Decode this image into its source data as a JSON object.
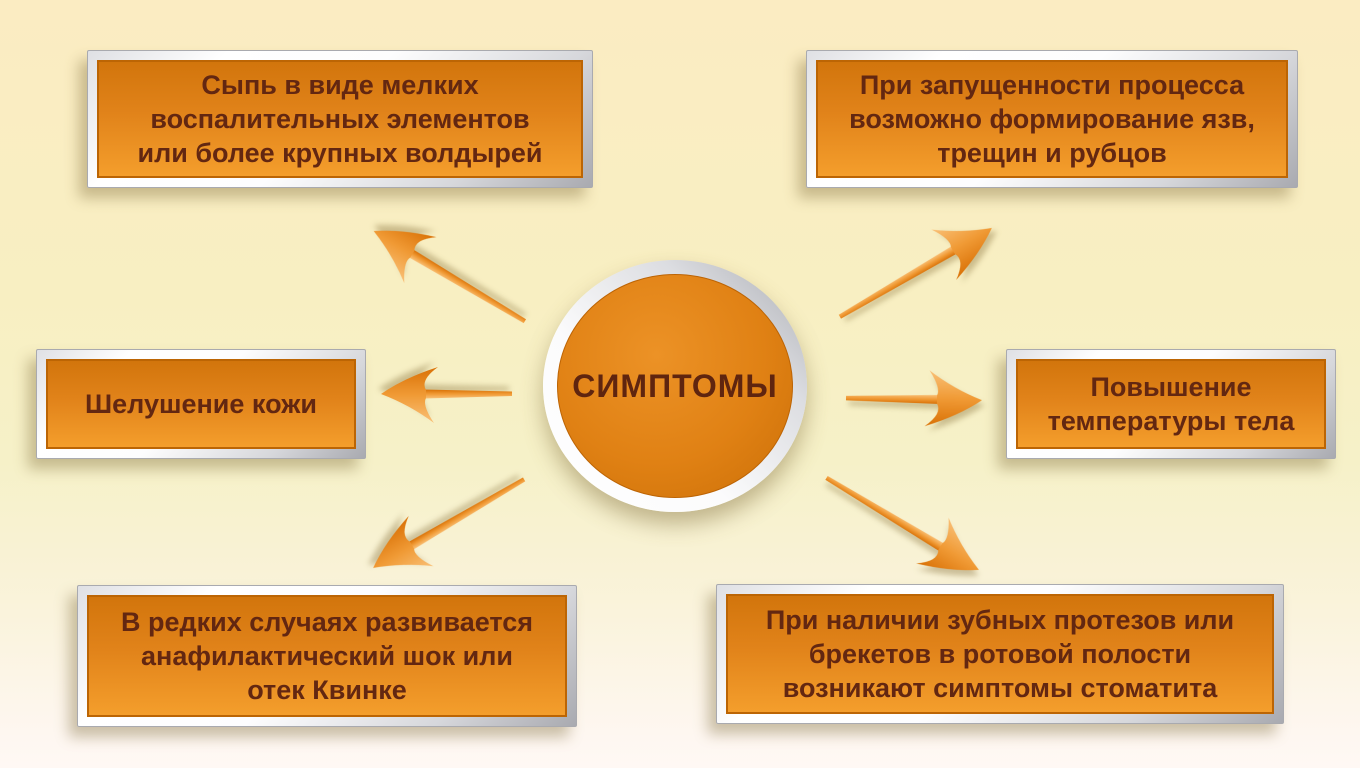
{
  "center": {
    "label": "СИМПТОМЫ"
  },
  "boxes": [
    {
      "id": "top-left",
      "text": "Сыпь в виде мелких\nвоспалительных элементов\nили более крупных волдырей"
    },
    {
      "id": "top-right",
      "text": "При запущенности процесса\nвозможно формирование язв,\nтрещин и рубцов"
    },
    {
      "id": "mid-left",
      "text": "Шелушение кожи"
    },
    {
      "id": "mid-right",
      "text": "Повышение\nтемпературы тела"
    },
    {
      "id": "bottom-left",
      "text": "В редких случаях развивается\nанафилактический шок или\nотек Квинке"
    },
    {
      "id": "bottom-right",
      "text": "При наличии зубных протезов или\nбрекетов в ротовой полости\nвозникают симптомы стоматита"
    }
  ],
  "colors": {
    "background_top": "#FBECC2",
    "background_bottom": "#FFF8F4",
    "box_fill_top": "#D2750C",
    "box_fill_bottom": "#F49E2C",
    "box_frame": "#FFFFFF",
    "text": "#632711",
    "arrow": "#EE9633",
    "circle_fill": "#E08114"
  }
}
